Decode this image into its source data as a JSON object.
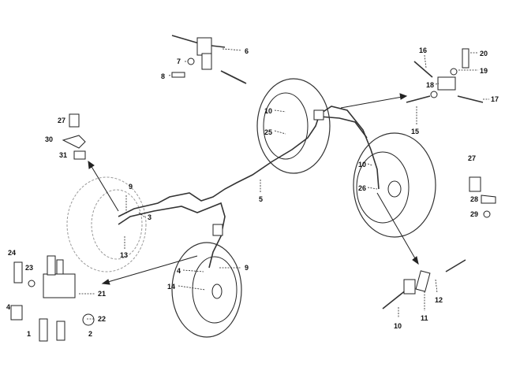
{
  "diagram": {
    "title": "Brake line layout",
    "labels": {
      "l6": "6",
      "l7": "7",
      "l8": "8",
      "l16": "16",
      "l20": "20",
      "l19": "19",
      "l18": "18",
      "l17": "17",
      "l15": "15",
      "l10a": "10",
      "l25": "25",
      "l27a": "27",
      "l30": "30",
      "l31": "31",
      "l9a": "9",
      "l3": "3",
      "l13": "13",
      "l5": "5",
      "l10b": "10",
      "l26": "26",
      "l27b": "27",
      "l28": "28",
      "l29": "29",
      "l24": "24",
      "l23": "23",
      "l21": "21",
      "l4a": "4",
      "l1": "1",
      "l2": "2",
      "l22": "22",
      "l4b": "4",
      "l9b": "9",
      "l14": "14",
      "l10c": "10",
      "l11": "11",
      "l12": "12"
    }
  }
}
